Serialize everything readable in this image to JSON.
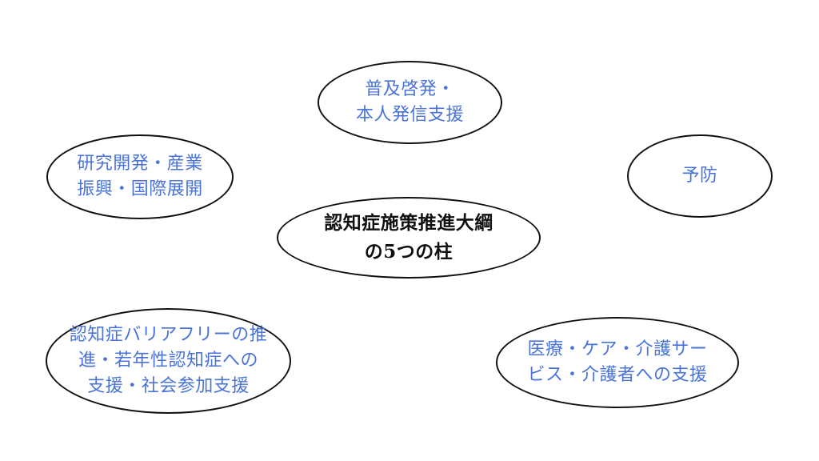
{
  "colors": {
    "pillar_text": "#4a73d9",
    "center_text": "#111111",
    "outline": "#111111"
  },
  "center": {
    "lines": [
      "認知症施策推進大綱",
      "の5つの柱"
    ]
  },
  "pillars": {
    "top": {
      "lines": [
        "普及啓発・",
        "本人発信支援"
      ]
    },
    "left": {
      "lines": [
        "研究開発・産業",
        "振興・国際展開"
      ]
    },
    "right": {
      "lines": [
        "予防"
      ]
    },
    "bottomL": {
      "lines": [
        "認知症バリアフリーの推",
        "進・若年性認知症への",
        "支援・社会参加支援"
      ]
    },
    "bottomR": {
      "lines": [
        "医療・ケア・介護サー",
        "ビス・介護者への支援"
      ]
    }
  }
}
